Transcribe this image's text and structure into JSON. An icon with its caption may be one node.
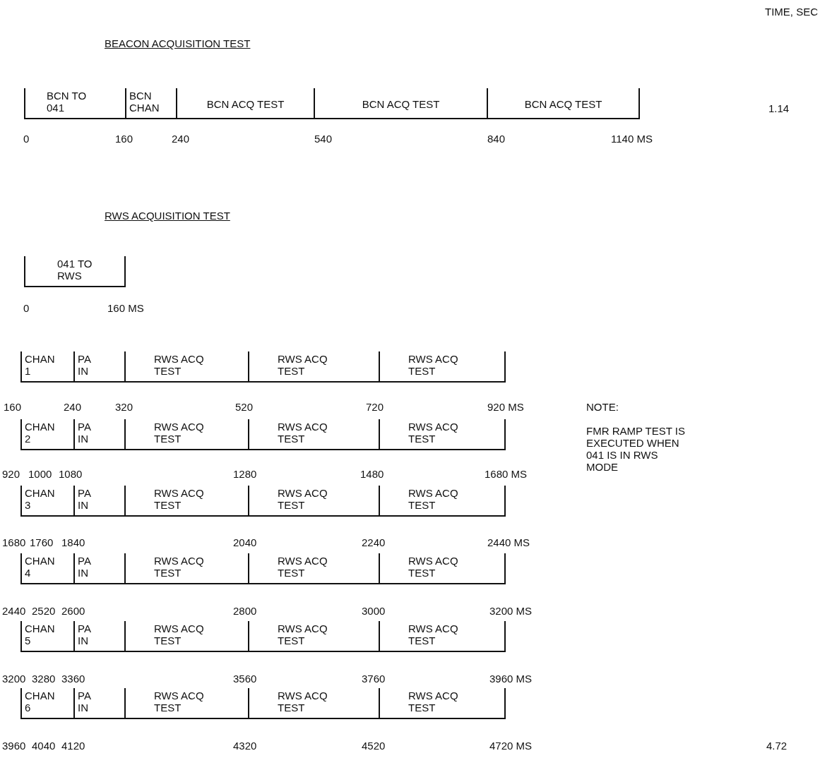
{
  "diagram": {
    "nodes": [
      {
        "text": [
          "BCN TO 041"
        ]
      },
      {
        "text": [
          "BCN CHAN"
        ]
      },
      {
        "text": [
          "BCN ACQ TEST"
        ]
      },
      {
        "text": [
          "BCN ACQ TEST"
        ]
      },
      {
        "text": [
          "BCN ACQ TEST"
        ]
      },
      {
        "text": [
          "041 TO RWS"
        ]
      },
      {
        "text": [
          "CHAN 1"
        ]
      },
      {
        "text": [
          "PA IN"
        ]
      },
      {
        "text": [
          "RWS ACQ TEST"
        ]
      },
      {
        "text": [
          "RWS ACQ TEST"
        ]
      },
      {
        "text": [
          "RWS ACQ TEST"
        ]
      },
      {
        "text": [
          "CHAN 2"
        ]
      },
      {
        "text": [
          "PA IN"
        ]
      },
      {
        "text": [
          "RWS ACQ TEST"
        ]
      },
      {
        "text": [
          "RWS ACQ TEST"
        ]
      },
      {
        "text": [
          "RWS ACQ TEST"
        ]
      },
      {
        "text": [
          "CHAN 3"
        ]
      },
      {
        "text": [
          "PA IN"
        ]
      },
      {
        "text": [
          "RWS ACQ TEST"
        ]
      },
      {
        "text": [
          "RWS ACQ TEST"
        ]
      },
      {
        "text": [
          "RWS ACQ TEST"
        ]
      },
      {
        "text": [
          "CHAN 4"
        ]
      },
      {
        "text": [
          "PA IN"
        ]
      },
      {
        "text": [
          "RWS ACQ TEST"
        ]
      },
      {
        "text": [
          "RWS ACQ TEST"
        ]
      },
      {
        "text": [
          "RWS ACQ TEST"
        ]
      },
      {
        "text": [
          "CHAN 5"
        ]
      },
      {
        "text": [
          "PA IN"
        ]
      },
      {
        "text": [
          "RWS ACQ TEST"
        ]
      },
      {
        "text": [
          "RWS ACQ TEST"
        ]
      },
      {
        "text": [
          "RWS ACQ TEST"
        ]
      },
      {
        "text": [
          "CHAN 6"
        ]
      },
      {
        "text": [
          "PA IN"
        ]
      },
      {
        "text": [
          "RWS ACQ TEST"
        ]
      },
      {
        "text": [
          "RWS ACQ TEST"
        ]
      },
      {
        "text": [
          "RWS ACQ TEST"
        ]
      }
    ],
    "labels": [
      "TIME, SEC",
      "BEACON ACQUISITION TEST",
      "1.14",
      "0",
      "160",
      "240",
      "540",
      "840",
      "1140 MS",
      "RWS ACQUISITION TEST",
      "0",
      "160 MS",
      "160",
      "240",
      "320",
      "520",
      "720",
      "920 MS",
      "NOTE:",
      "FMR RAMP TEST IS EXECUTED WHEN 041 IS IN RWS MODE",
      "920",
      "1000",
      "1080",
      "1280",
      "1480",
      "1680 MS",
      "1680",
      "1760",
      "1840",
      "2040",
      "2240",
      "2440 MS",
      "2440",
      "2520",
      "2600",
      "2800",
      "3000",
      "3200 MS",
      "3200",
      "3280",
      "3360",
      "3560",
      "3760",
      "3960 MS",
      "3960",
      "4040",
      "4120",
      "4320",
      "4520",
      "4720 MS",
      "4.72"
    ]
  }
}
